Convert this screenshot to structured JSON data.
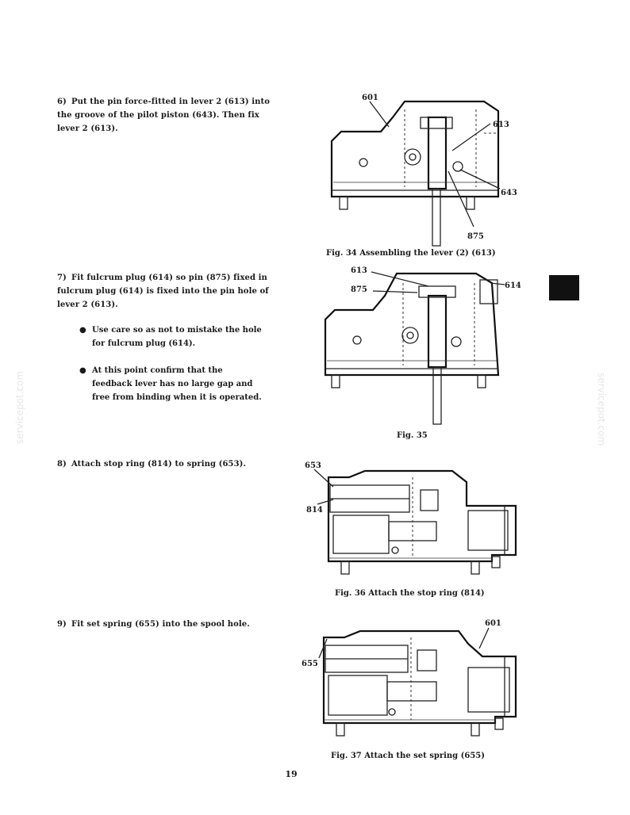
{
  "steps": {
    "s6": {
      "num": "6)",
      "text": "Put the pin force-fitted in lever 2 (613) into the groove of the pilot piston (643). Then fix lever 2 (613)."
    },
    "s7": {
      "num": "7)",
      "text": "Fit fulcrum plug (614) so pin (875) fixed in fulcrum plug (614) is fixed into the pin hole of lever 2 (613)."
    },
    "s8": {
      "num": "8)",
      "text": "Attach stop ring (814) to spring (653)."
    },
    "s9": {
      "num": "9)",
      "text": "Fit set spring (655) into the spool hole."
    }
  },
  "notes": [
    {
      "bullet": "●",
      "text": "Use care so as not to mistake the hole for fulcrum plug (614)."
    },
    {
      "bullet": "●",
      "text": "At this point confirm that the feedback lever has no large gap and free from binding when it is operated."
    }
  ],
  "figures": {
    "fig34": {
      "caption": "Fig. 34  Assembling the lever (2) (613)",
      "labels": {
        "a": "601",
        "b": "613",
        "c": "643",
        "d": "875"
      }
    },
    "fig35": {
      "caption": "Fig. 35",
      "labels": {
        "a": "613",
        "b": "875",
        "c": "614"
      }
    },
    "fig36": {
      "caption": "Fig. 36  Attach the stop ring (814)",
      "labels": {
        "a": "653",
        "b": "814"
      }
    },
    "fig37": {
      "caption": "Fig. 37  Attach the set spring (655)",
      "labels": {
        "a": "601",
        "b": "655"
      }
    }
  },
  "page_number": "19",
  "watermark": "servicepot.com"
}
